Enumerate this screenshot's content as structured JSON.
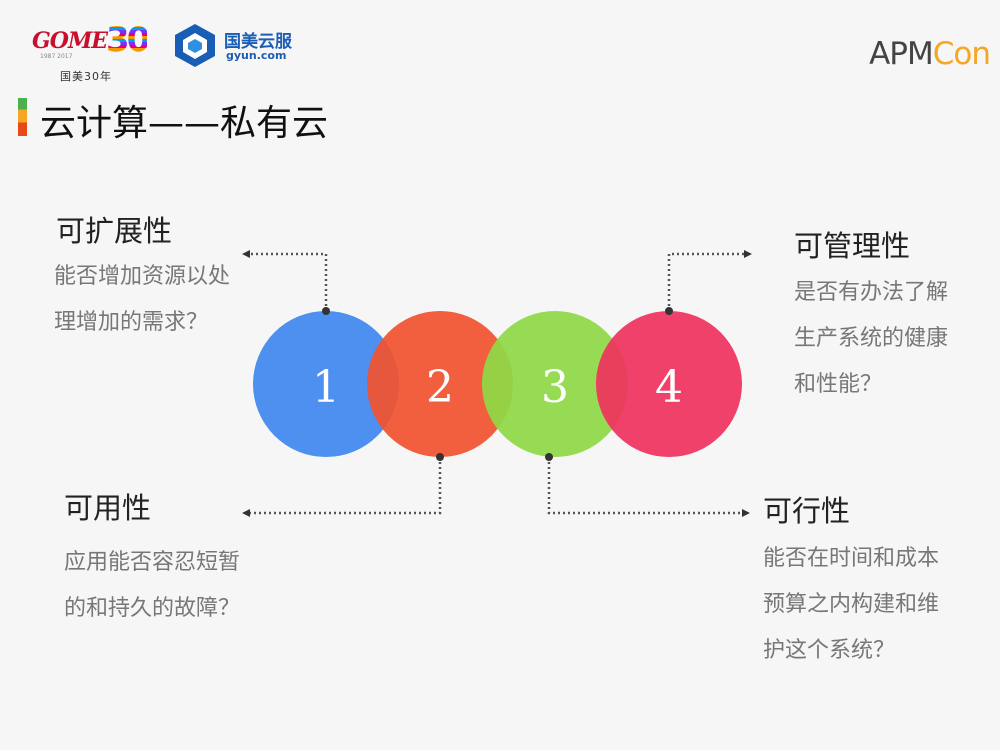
{
  "logos": {
    "gome_wordmark": "GOME",
    "gome_years": "1987 2017",
    "gome_30": "30",
    "gome_caption": "国美30年",
    "gyun_name": "国美云服",
    "gyun_url": "gyun.com",
    "apm_prefix": "APM",
    "apm_suffix": "Con"
  },
  "title": "云计算——私有云",
  "circles": [
    {
      "label": "1",
      "color": "#3f88f0"
    },
    {
      "label": "2",
      "color": "#f1461f"
    },
    {
      "label": "3",
      "color": "#86d738"
    },
    {
      "label": "4",
      "color": "#ee2352"
    }
  ],
  "features": {
    "scalability": {
      "title": "可扩展性",
      "lines": [
        "能否增加资源以处",
        "理增加的需求？"
      ]
    },
    "manageability": {
      "title": "可管理性",
      "lines": [
        "是否有办法了解",
        "生产系统的健康",
        "和性能？"
      ]
    },
    "availability": {
      "title": "可用性",
      "lines": [
        "应用能否容忍短暂",
        "的和持久的故障？"
      ]
    },
    "feasibility": {
      "title": "可行性",
      "lines": [
        "能否在时间和成本",
        "预算之内构建和维",
        "护这个系统？"
      ]
    }
  }
}
